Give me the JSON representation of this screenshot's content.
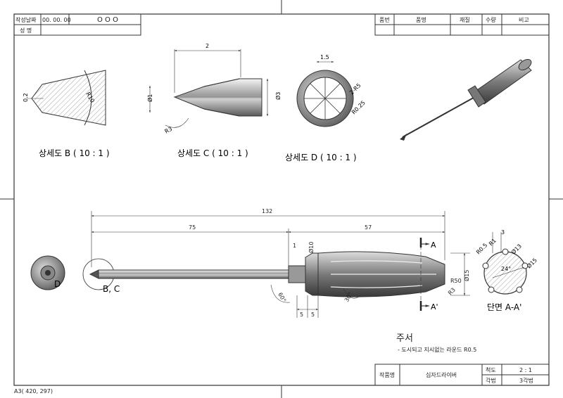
{
  "sheet": {
    "size_label": "A3( 420, 297)"
  },
  "header": {
    "date_label": "작성날짜",
    "date_value": "00. 00. 00",
    "author_value": "O O O",
    "name_label": "성  명"
  },
  "parts_table": {
    "headers": [
      "품번",
      "품명",
      "재질",
      "수량",
      "비고"
    ]
  },
  "details": {
    "b": {
      "title": "상세도 B ( 10 : 1 )",
      "dims": [
        "0.2",
        "R10"
      ]
    },
    "c": {
      "title": "상세도 C ( 10 : 1 )",
      "dims": [
        "2",
        "Ø1",
        "Ø3",
        "R3"
      ]
    },
    "d": {
      "title": "상세도 D ( 10 : 1 )",
      "dims": [
        "1.5",
        "2-R5",
        "R0.25"
      ]
    }
  },
  "main_view": {
    "dims": {
      "total": "132",
      "shaft": "75",
      "handle": "57",
      "d1": "1",
      "d10": "Ø10",
      "d15": "Ø15",
      "r50": "R50",
      "r3": "R3",
      "five_a": "5",
      "five_b": "5",
      "angle60": "60°",
      "angle30": "30°"
    },
    "labels": {
      "a": "A",
      "a_prime": "A'",
      "bc": "B, C",
      "d": "D"
    }
  },
  "section": {
    "title": "단면 A-A'",
    "dims": [
      "3",
      "R1",
      "R0.5",
      "Ø13",
      "Ø15",
      "24°"
    ]
  },
  "notes": {
    "title": "주서",
    "text": "- 도시되고 지시없는 라운드 R0.5"
  },
  "title_block": {
    "work_label": "작품명",
    "work_value": "십자드라이버",
    "scale_label": "척도",
    "scale_value": "2 : 1",
    "proj_label": "각법",
    "proj_value": "3각법"
  }
}
